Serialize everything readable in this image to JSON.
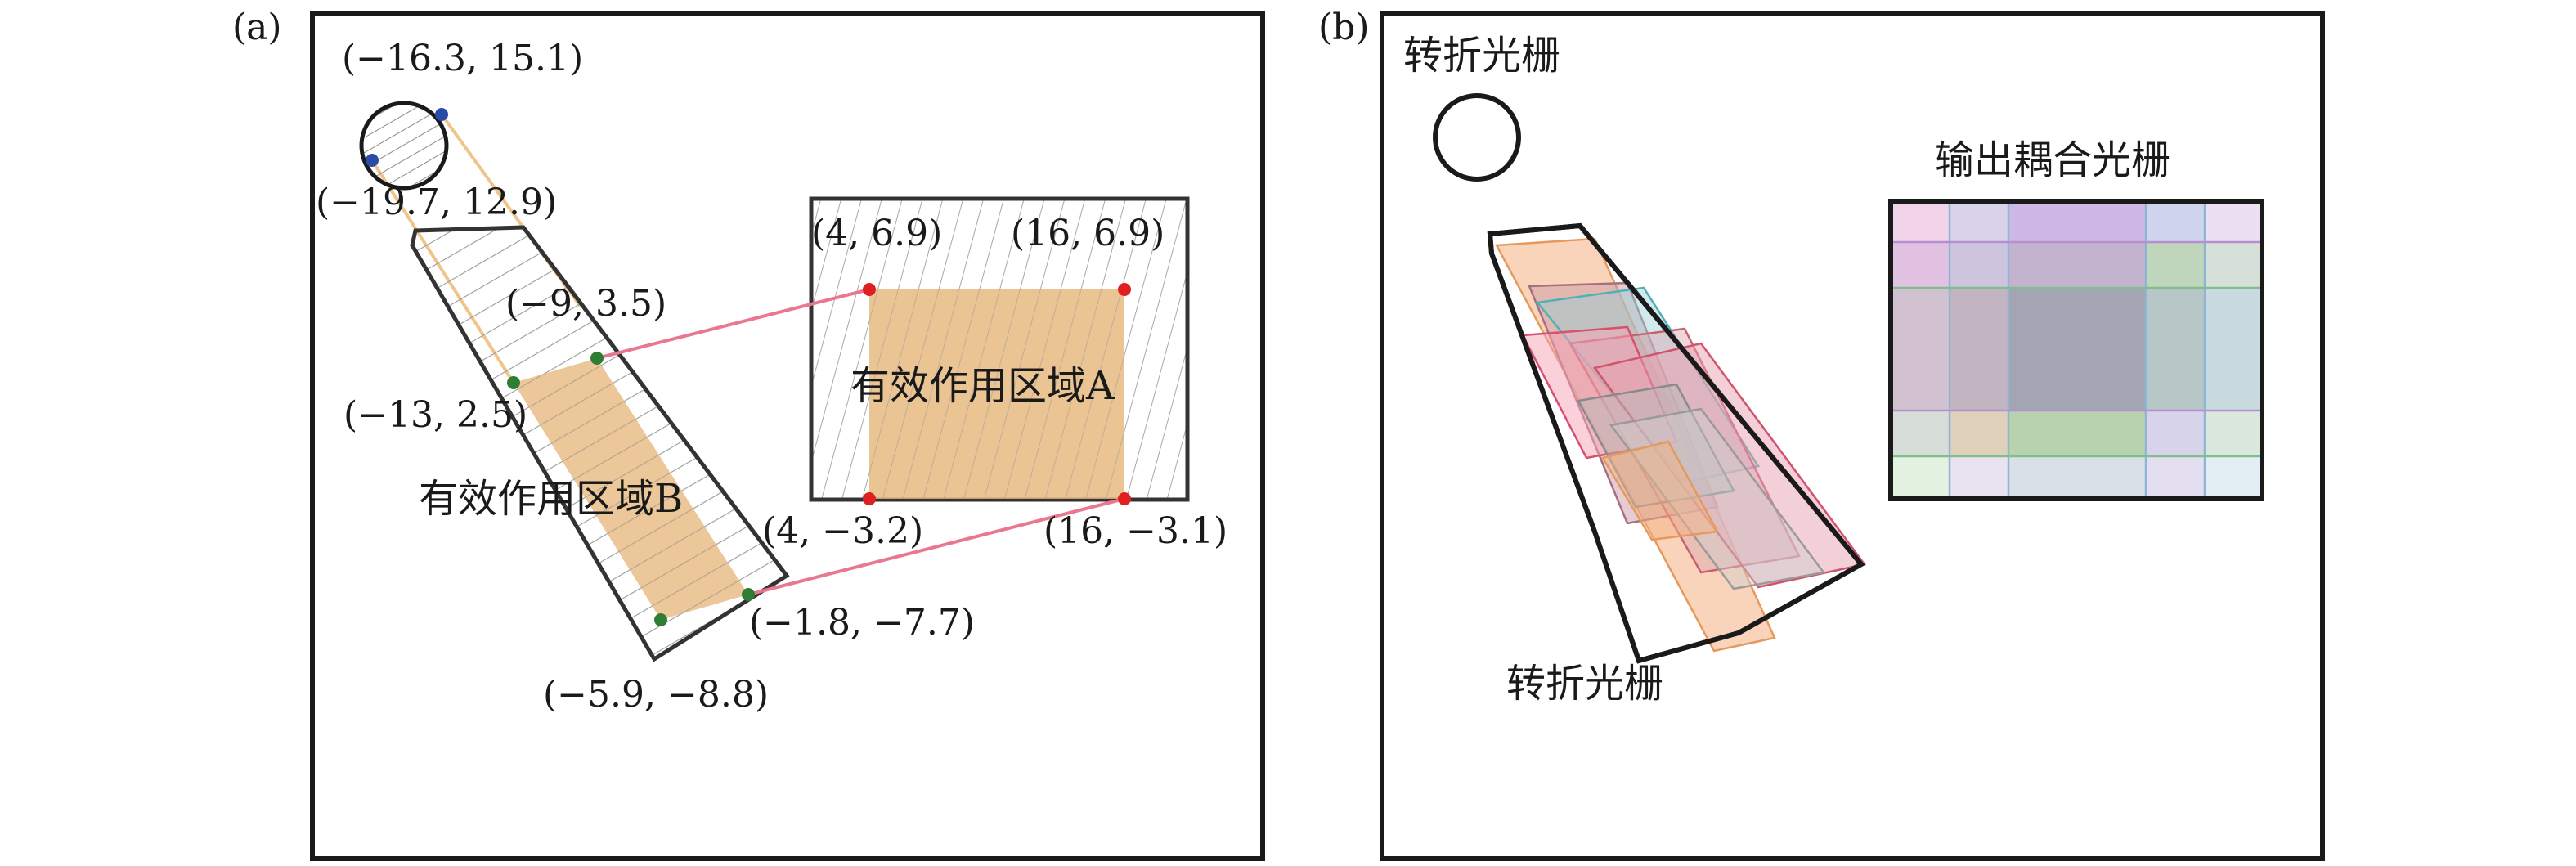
{
  "panels": {
    "a": {
      "tag": "(a)",
      "points": {
        "p_top": "(−16.3, 15.1)",
        "p_left": "(−19.7, 12.9)",
        "a_tl": "(4, 6.9)",
        "a_tr": "(16, 6.9)",
        "b_top": "(−9, 3.5)",
        "b_left": "(−13, 2.5)",
        "a_bl": "(4, −3.2)",
        "a_br": "(16, −3.1)",
        "b_right": "(−1.8, −7.7)",
        "b_bottom": "(−5.9, −8.8)"
      },
      "region_a": "有效作用区域A",
      "region_b": "有效作用区域B"
    },
    "b": {
      "tag": "(b)",
      "turning_top": "转折光栅",
      "turning_bottom": "转折光栅",
      "output_grating": "输出耦合光栅"
    }
  },
  "colors": {
    "frame": "#1a1a1a",
    "hatch": "#9a9a9a",
    "effective_fill": "#e7b77c",
    "connector": "#e9788e",
    "point_red": "#e02020",
    "point_green": "#2e7d32",
    "point_blue": "#2b4ba8",
    "beam": "#f0c58c"
  }
}
